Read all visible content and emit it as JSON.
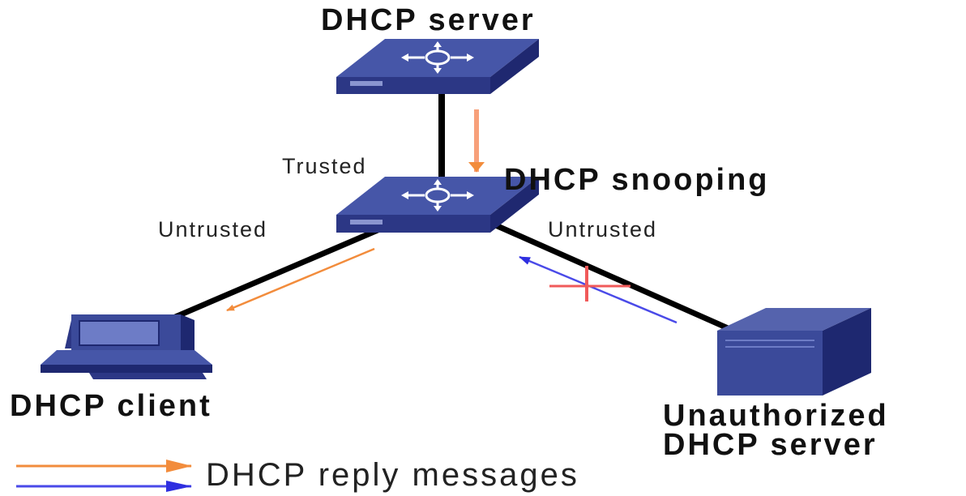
{
  "nodes": {
    "dhcp_server": {
      "label": "DHCP server",
      "icon": "switch-icon"
    },
    "dhcp_snooping": {
      "label": "DHCP snooping",
      "icon": "switch-icon"
    },
    "dhcp_client": {
      "label": "DHCP client",
      "icon": "computer-icon"
    },
    "unauthorized_server": {
      "label_line1": "Unauthorized",
      "label_line2": "DHCP server",
      "icon": "server-icon"
    }
  },
  "port_labels": {
    "trusted": "Trusted",
    "untrusted_left": "Untrusted",
    "untrusted_right": "Untrusted"
  },
  "legend": {
    "label": "DHCP reply messages"
  },
  "colors": {
    "device_blue": "#3b4a9a",
    "device_dark": "#1e2870",
    "link": "#000000",
    "reply_orange": "#f28c3c",
    "reply_blue": "#4a4ae8",
    "blocked_red": "#f05a5a"
  }
}
